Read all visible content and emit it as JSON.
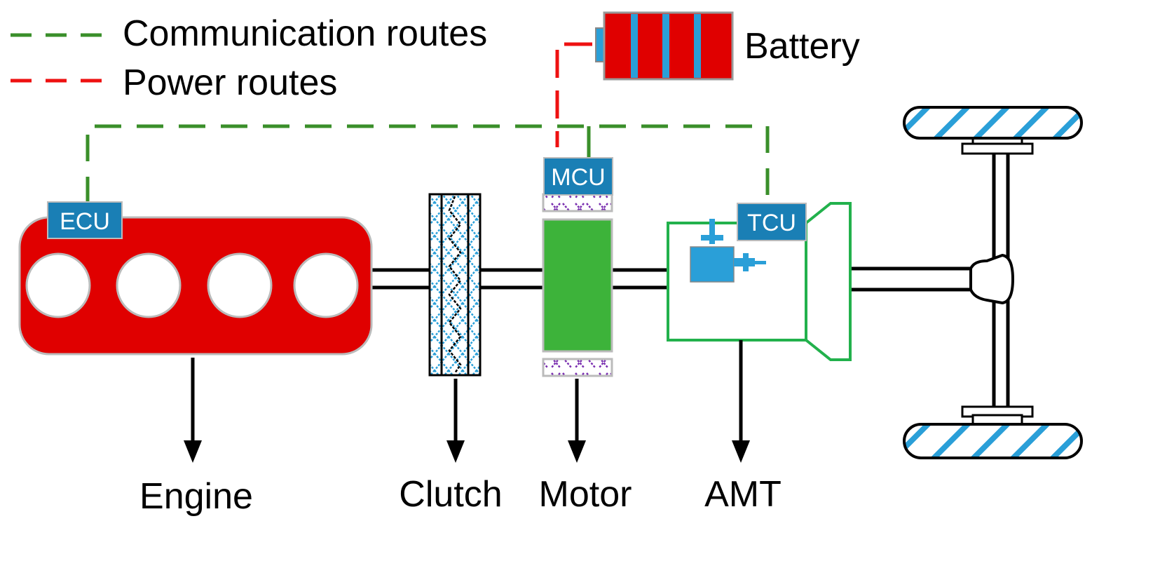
{
  "legend": {
    "communication": "Communication routes",
    "power": "Power routes"
  },
  "components": {
    "battery": "Battery",
    "engine": "Engine",
    "clutch": "Clutch",
    "motor": "Motor",
    "amt": "AMT"
  },
  "controllers": {
    "ecu": "ECU",
    "mcu": "MCU",
    "tcu": "TCU"
  },
  "colors": {
    "communication": "#3a8f2a",
    "power": "#ee1111",
    "engine": "#e00000",
    "controller": "#1a7fb5",
    "motor": "#3db33a",
    "amt_outline": "#22b14c",
    "battery_cell": "#e00000",
    "battery_stripe": "#2a9fd8",
    "tire_hatch": "#2a9fd8"
  }
}
